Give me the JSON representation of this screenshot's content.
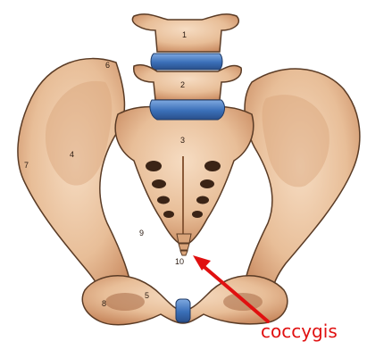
{
  "labels": {
    "l1": "1",
    "l2": "2",
    "l3": "3",
    "l4": "4",
    "l5": "5",
    "l6": "6",
    "l7": "7",
    "l8": "8",
    "l9": "9",
    "l10": "10"
  },
  "callout": {
    "text": "coccygis",
    "color": "#e01010"
  },
  "colors": {
    "bone": "#e9c3a0",
    "bone_shade": "#c98a60",
    "outline": "#5a3b25",
    "disc": "#3a6fb8",
    "disc_light": "#7fa9e0"
  }
}
